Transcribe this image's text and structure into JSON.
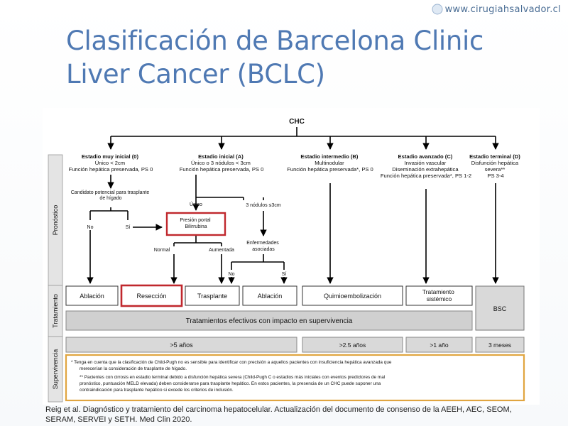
{
  "header": {
    "site_url": "www.cirugiahsalvador.cl",
    "title_line1": "Clasificación de Barcelona Clinic",
    "title_line2": "Liver Cancer (BCLC)"
  },
  "diagram": {
    "root": "CHC",
    "side_labels": {
      "pronostico": "Pronóstico",
      "tratamiento": "Tratamiento",
      "supervivencia": "Supervivencia"
    },
    "stages": [
      {
        "title": "Estadio muy inicial (0)",
        "lines": [
          "Único < 2cm",
          "Función hepática preservada, PS 0"
        ]
      },
      {
        "title": "Estadio inicial (A)",
        "lines": [
          "Único o 3 nódulos < 3cm",
          "Función hepática preservada, PS 0"
        ]
      },
      {
        "title": "Estadio intermedio (B)",
        "lines": [
          "Multinodular",
          "Función hepática preservada*, PS 0"
        ]
      },
      {
        "title": "Estadio avanzado (C)",
        "lines": [
          "Invasión vascular",
          "Diseminación extrahepática",
          "Función hepática preservada*, PS 1-2"
        ]
      },
      {
        "title": "Estadio terminal (D)",
        "lines": [
          "Disfunción hepática",
          "severa**",
          "PS 3-4"
        ]
      }
    ],
    "flow": {
      "candidate_line1": "Candidato potencial para trasplante",
      "candidate_line2": "de hígado",
      "no": "No",
      "si": "Sí",
      "unico": "Único",
      "tres_nodulos": "3 nódulos ≤3cm",
      "presion_line1": "Presión portal",
      "presion_line2": "Bilirrubina",
      "normal": "Normal",
      "aumentada": "Aumentada",
      "enfermedades_line1": "Enfermedades",
      "enfermedades_line2": "asociadas",
      "no2": "No",
      "si2": "Sí"
    },
    "treatments": {
      "ablacion": "Ablación",
      "reseccion": "Resección",
      "trasplante": "Trasplante",
      "ablacion2": "Ablación",
      "quimio": "Quimioembolización",
      "sistemico_line1": "Tratamiento",
      "sistemico_line2": "sistémico",
      "bsc": "BSC"
    },
    "effective_banner": "Tratamientos efectivos con impacto en supervivencia",
    "survival": {
      "s1": ">5 años",
      "s2": ">2.5 años",
      "s3": ">1 año",
      "s4": "3 meses"
    },
    "notes": [
      "* Tenga en cuenta que la clasificación de Child-Pugh no es sensible para identificar con precisión a aquellos pacientes con insuficiencia hepática avanzada que",
      "merecerían la consideración de trasplante de hígado.",
      "** Pacientes con cirrosis en estadio terminal debido a disfunción hepática severa (Child-Pugh C o estadios más iniciales con eventos predictores de mal",
      "pronóstico, puntuación MELD elevada) deben considerarse para trasplante hepático. En estos pacientes, la presencia de un CHC puede suponer una",
      "contraindicación para trasplante hepático si excede los criterios de inclusión."
    ]
  },
  "citation": {
    "line1": "Reig et al. Diagnóstico y tratamiento del carcinoma hepatocelular. Actualización del  documento  de consenso de la AEEH, AEC, SEOM,",
    "line2": "SERAM, SERVEI y SETH. Med Clin 2020."
  },
  "colors": {
    "title": "#4f79b3",
    "highlight_red": "#c0282d",
    "notes_border": "#e0a540",
    "banner_gray": "#d0d0d0",
    "survival_gray": "#d9d9d9"
  }
}
